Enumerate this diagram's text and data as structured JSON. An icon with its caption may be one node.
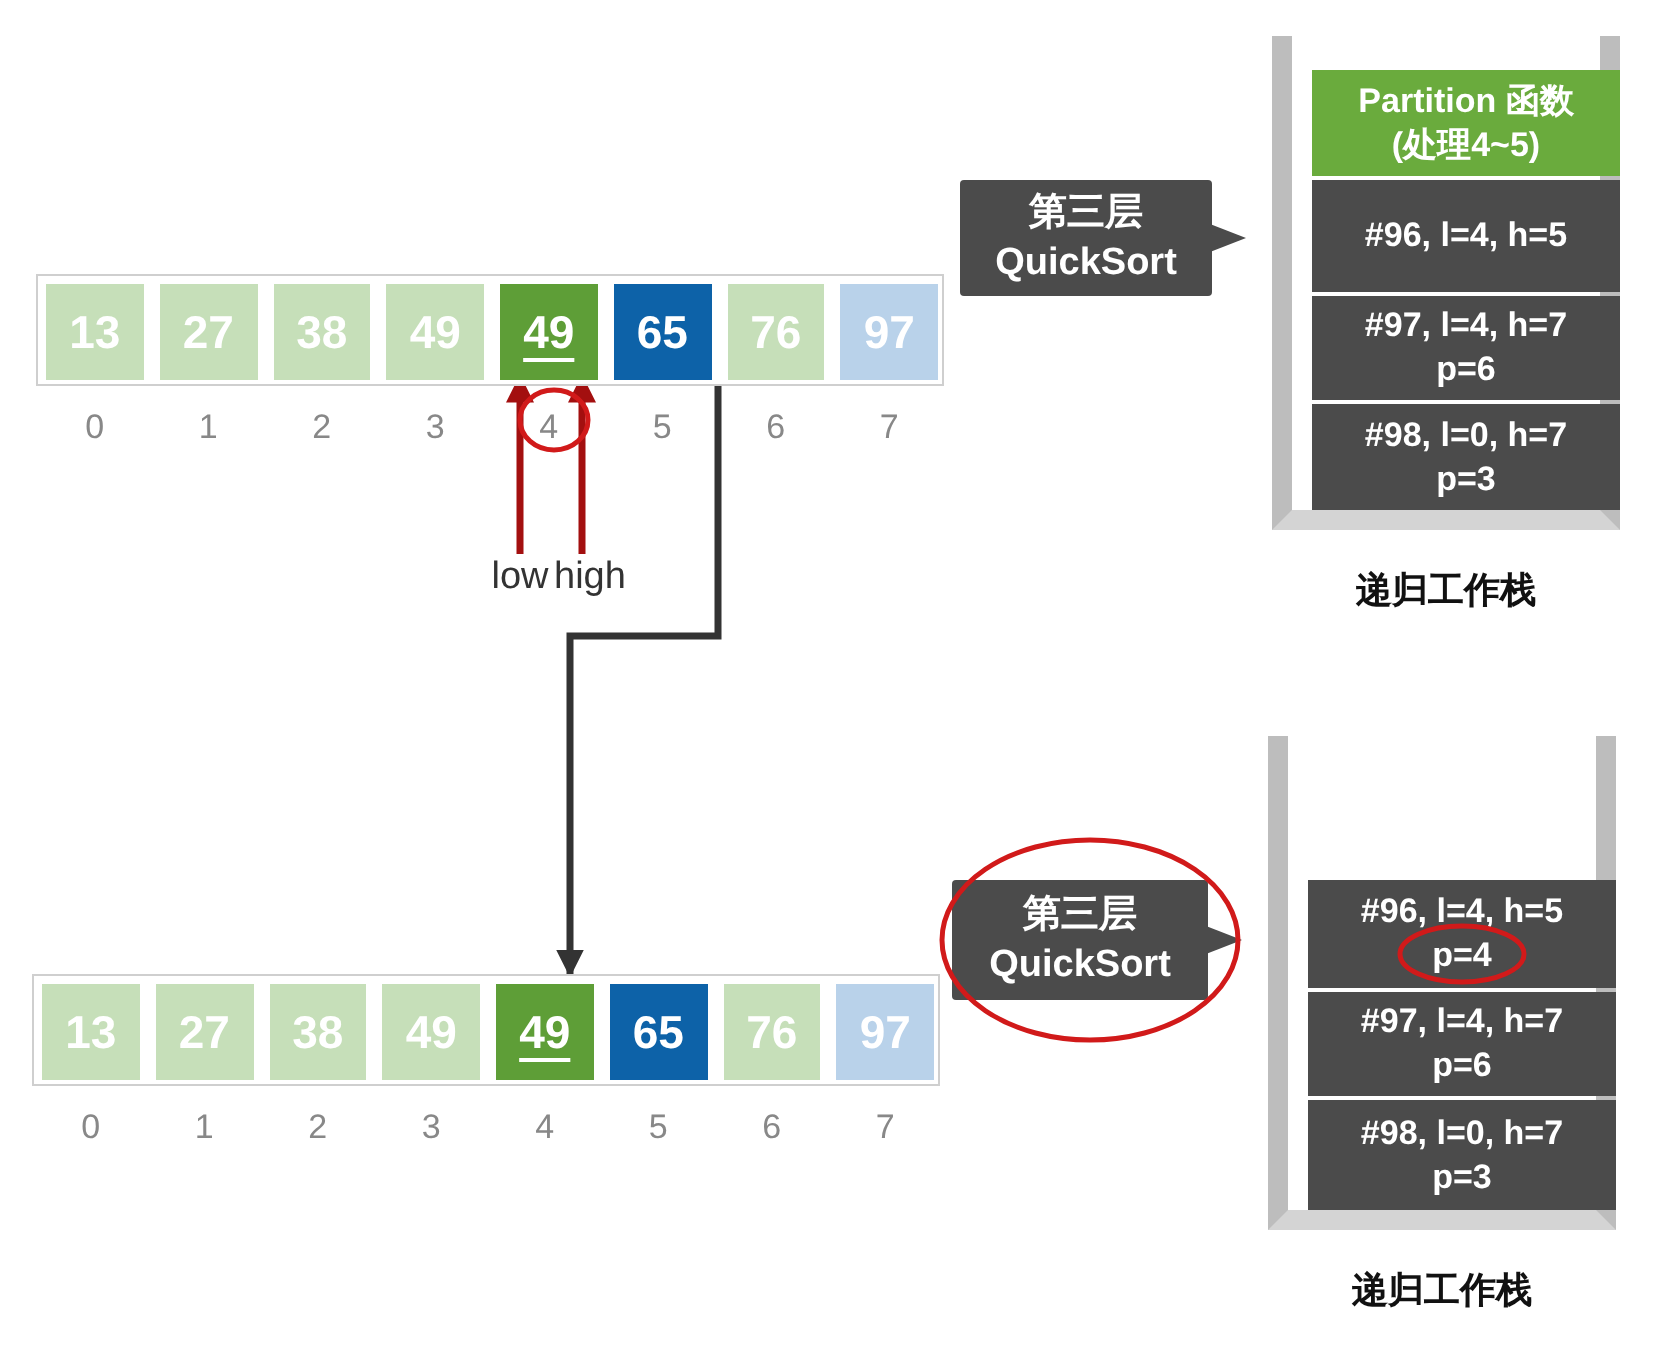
{
  "diagram": {
    "nodes": [
      {
        "text": [],
        "shape": "box"
      },
      {
        "text": [
          "13"
        ],
        "in": 0,
        "beside": [
          "0"
        ]
      },
      {
        "text": [
          "27"
        ],
        "in": 0,
        "beside": [
          "1"
        ]
      },
      {
        "text": [
          "38"
        ],
        "in": 0,
        "beside": [
          "2"
        ]
      },
      {
        "text": [
          "49"
        ],
        "in": 0,
        "beside": [
          "3"
        ]
      },
      {
        "text": [
          "49"
        ],
        "in": 0,
        "beside": [
          "4"
        ]
      },
      {
        "text": [
          "65"
        ],
        "in": 0,
        "beside": [
          "5"
        ]
      },
      {
        "text": [
          "76"
        ],
        "in": 0,
        "beside": [
          "6"
        ]
      },
      {
        "text": [
          "97"
        ],
        "in": 0,
        "beside": [
          "7"
        ]
      },
      {
        "text": [
          "low"
        ]
      },
      {
        "text": [
          "high"
        ]
      },
      {
        "text": [
          "第三层 QuickSort"
        ]
      },
      {
        "text": [],
        "shape": "box",
        "beside": [
          "递归工作栈"
        ]
      },
      {
        "text": [
          "Partition 函数 (处理4~5)"
        ],
        "in": 12
      },
      {
        "text": [
          "#96, l=4, h=5"
        ],
        "in": 12
      },
      {
        "text": [
          "#97, l=4, h=7 p=6"
        ],
        "in": 12
      },
      {
        "text": [
          "#98, l=0, h=7 p=3"
        ],
        "in": 12
      },
      {
        "text": [],
        "shape": "box"
      },
      {
        "text": [
          "13"
        ],
        "in": 17,
        "beside": [
          "0"
        ]
      },
      {
        "text": [
          "27"
        ],
        "in": 17,
        "beside": [
          "1"
        ]
      },
      {
        "text": [
          "38"
        ],
        "in": 17,
        "beside": [
          "2"
        ]
      },
      {
        "text": [
          "49"
        ],
        "in": 17,
        "beside": [
          "3"
        ]
      },
      {
        "text": [
          "49"
        ],
        "in": 17,
        "beside": [
          "4"
        ]
      },
      {
        "text": [
          "65"
        ],
        "in": 17,
        "beside": [
          "5"
        ]
      },
      {
        "text": [
          "76"
        ],
        "in": 17,
        "beside": [
          "6"
        ]
      },
      {
        "text": [
          "97"
        ],
        "in": 17,
        "beside": [
          "7"
        ]
      },
      {
        "text": [
          "第三层 QuickSort"
        ]
      },
      {
        "text": [],
        "shape": "box",
        "beside": [
          "递归工作栈"
        ]
      },
      {
        "text": [
          "#96, l=4, h=5 p=4"
        ],
        "in": 27
      },
      {
        "text": [
          "#97, l=4, h=7 p=6"
        ],
        "in": 27
      },
      {
        "text": [
          "#98, l=0, h=7 p=3"
        ],
        "in": 27
      }
    ],
    "edges": [
      {
        "from": 9,
        "to": 5,
        "arrow": "to",
        "color": "#a30f0f"
      },
      {
        "from": 10,
        "to": 5,
        "arrow": "to",
        "color": "#a30f0f"
      },
      {
        "from": 0,
        "to": 17,
        "arrow": "to",
        "color": "#333333"
      }
    ]
  }
}
